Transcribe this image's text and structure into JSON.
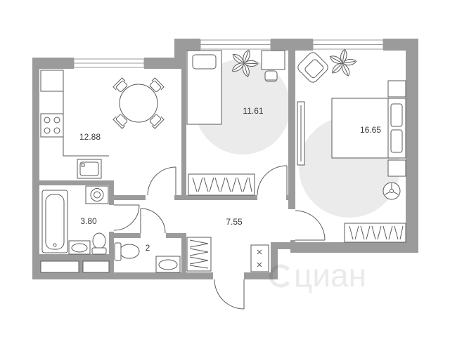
{
  "rooms": {
    "kitchen": {
      "area": "12.88"
    },
    "bedroom": {
      "area": "11.61"
    },
    "master_bedroom": {
      "area": "16.65"
    },
    "bathroom": {
      "area": "3.80"
    },
    "hall": {
      "area": "7.55"
    },
    "wc": {
      "area": "2"
    }
  },
  "watermark": "циан",
  "colors": {
    "wall": "#9b9b9b",
    "zone": "#ebebeb",
    "line": "#5a5a5a",
    "background": "#ffffff",
    "text": "#3a3a3a"
  }
}
